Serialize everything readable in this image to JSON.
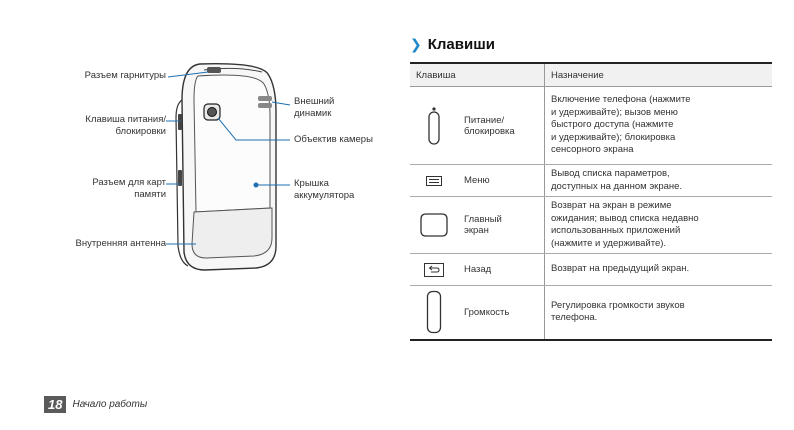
{
  "diagram": {
    "callouts": {
      "headset_jack": "Разъем гарнитуры",
      "power_lock_key": [
        "Клавиша питания/",
        "блокировки"
      ],
      "memory_card_slot": [
        "Разъем для карт",
        "памяти"
      ],
      "internal_antenna": "Внутренняя антенна",
      "external_speaker": [
        "Внешний",
        "динамик"
      ],
      "camera_lens": "Объектив камеры",
      "battery_cover": [
        "Крышка",
        "аккумулятора"
      ]
    }
  },
  "keys": {
    "title": "Клавиши",
    "headers": {
      "key": "Клавиша",
      "function": "Назначение"
    },
    "rows": [
      {
        "icon": "power-key-icon",
        "name": [
          "Питание/",
          "блокировка"
        ],
        "desc": [
          "Включение телефона (нажмите",
          "и удерживайте); вызов меню",
          "быстрого доступа (нажмите",
          "и удерживайте); блокировка",
          "сенсорного экрана"
        ]
      },
      {
        "icon": "menu-key-icon",
        "name": [
          "Меню"
        ],
        "desc": [
          "Вывод списка параметров,",
          "доступных на данном экране."
        ]
      },
      {
        "icon": "home-key-icon",
        "name": [
          "Главный",
          "экран"
        ],
        "desc": [
          "Возврат на экран в режиме",
          "ожидания; вывод списка недавно",
          "использованных приложений",
          "(нажмите и удерживайте)."
        ]
      },
      {
        "icon": "back-key-icon",
        "name": [
          "Назад"
        ],
        "desc": [
          "Возврат на предыдущий экран."
        ]
      },
      {
        "icon": "volume-key-icon",
        "name": [
          "Громкость"
        ],
        "desc": [
          "Регулировка громкости звуков",
          "телефона."
        ]
      }
    ]
  },
  "footer": {
    "page": "18",
    "section": "Начало работы"
  }
}
